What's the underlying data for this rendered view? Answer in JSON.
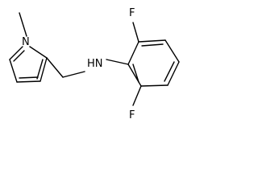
{
  "structure": {
    "atoms": {
      "fluorine_top": "F",
      "fluorine_bottom": "F",
      "amine": "HN",
      "pyrrole_nitrogen": "N"
    },
    "bond_color": "#000000",
    "background": "#ffffff"
  }
}
